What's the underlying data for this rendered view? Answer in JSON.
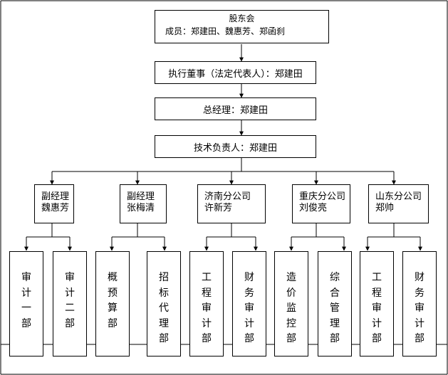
{
  "shareholders": {
    "title": "股东会",
    "members": "成员：郑建田、魏惠芳、郑函刹"
  },
  "executive_director": "执行董事（法定代表人）：郑建田",
  "general_manager": "总经理：郑建田",
  "tech_lead": "技术负责人：郑建田",
  "branches": [
    {
      "title": "副经理",
      "name": "魏惠芳",
      "departments": [
        "审计一部",
        "审计二部"
      ]
    },
    {
      "title": "副经理",
      "name": "张梅清",
      "departments": [
        "概预算部",
        "招标代理部"
      ]
    },
    {
      "title": "济南分公司",
      "name": "许新芳",
      "departments": [
        "工程审计部",
        "财务审计部"
      ]
    },
    {
      "title": "重庆分公司",
      "name": "刘俊亮",
      "departments": [
        "造价监控部",
        "综合管理部"
      ]
    },
    {
      "title": "山东分公司",
      "name": "郑帅",
      "departments": [
        "工程审计部",
        "财务审计部"
      ]
    }
  ]
}
